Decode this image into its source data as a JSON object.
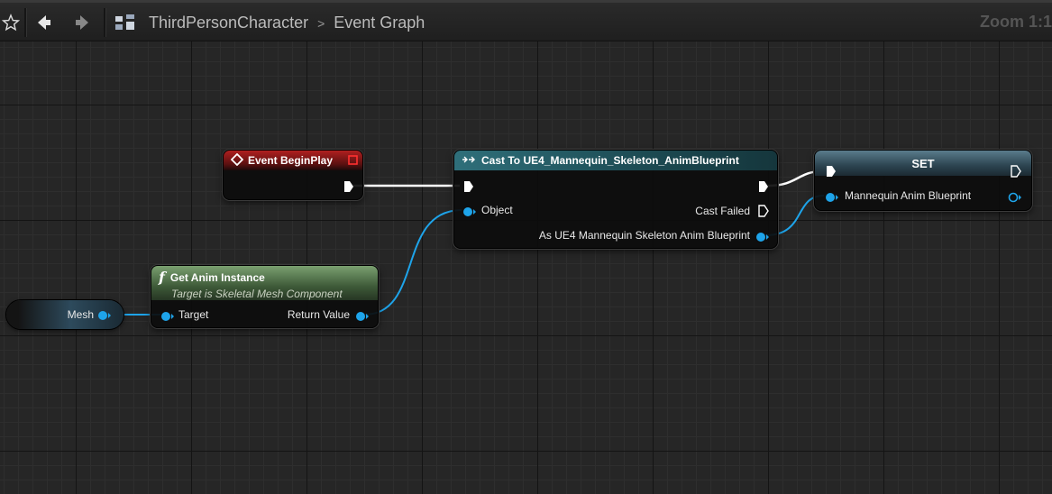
{
  "toolbar": {
    "favorite_icon": "star-outline-icon",
    "back_icon": "arrow-left-icon",
    "forward_icon": "arrow-right-icon",
    "graph_icon": "blueprint-graph-icon"
  },
  "breadcrumb": {
    "blueprint": "ThirdPersonCharacter",
    "separator": ">",
    "graph": "Event Graph"
  },
  "zoom_label": "Zoom 1:1",
  "nodes": {
    "begin_play": {
      "title": "Event BeginPlay",
      "icon": "event-diamond-icon"
    },
    "cast": {
      "title": "Cast To UE4_Mannequin_Skeleton_AnimBlueprint",
      "icon": "cast-arrow-icon",
      "object_pin": "Object",
      "cast_failed_pin": "Cast Failed",
      "as_pin": "As UE4 Mannequin Skeleton Anim Blueprint"
    },
    "get_anim": {
      "title": "Get Anim Instance",
      "icon": "function-icon",
      "glyph": "f",
      "subtitle": "Target is Skeletal Mesh Component",
      "target_pin": "Target",
      "return_pin": "Return Value"
    },
    "set": {
      "title": "SET",
      "var_pin": "Mannequin Anim Blueprint"
    },
    "mesh": {
      "label": "Mesh"
    }
  },
  "colors": {
    "exec_wire": "#ffffff",
    "object_pin": "#1ea4ea",
    "event_header": "#9a1a1a",
    "cast_header": "#2a6a75",
    "function_header": "#5a7a52",
    "set_header": "#4a6a7a"
  }
}
